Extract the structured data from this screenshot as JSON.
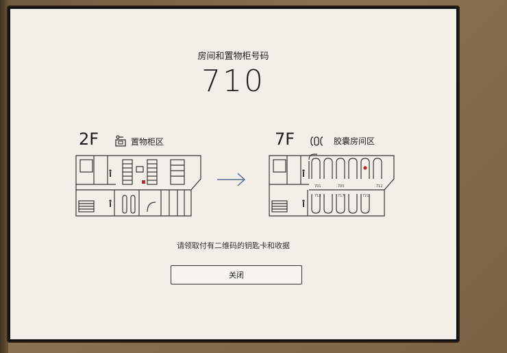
{
  "header": {
    "title": "房间和置物柜号码",
    "room_number": "710"
  },
  "left_panel": {
    "floor": "2F",
    "zone_label": "置物柜区",
    "zone_icon": "locker-icon"
  },
  "right_panel": {
    "floor": "7F",
    "zone_label": "胶囊房间区",
    "zone_icon": "capsule-icon",
    "room_labels": [
      "701",
      "705",
      "712",
      "713",
      "717",
      "721"
    ]
  },
  "footer": {
    "hint": "请领取付有二维码的钥匙卡和收据",
    "close_label": "关闭"
  },
  "colors": {
    "highlight": "#c0262a",
    "line": "#333333"
  }
}
